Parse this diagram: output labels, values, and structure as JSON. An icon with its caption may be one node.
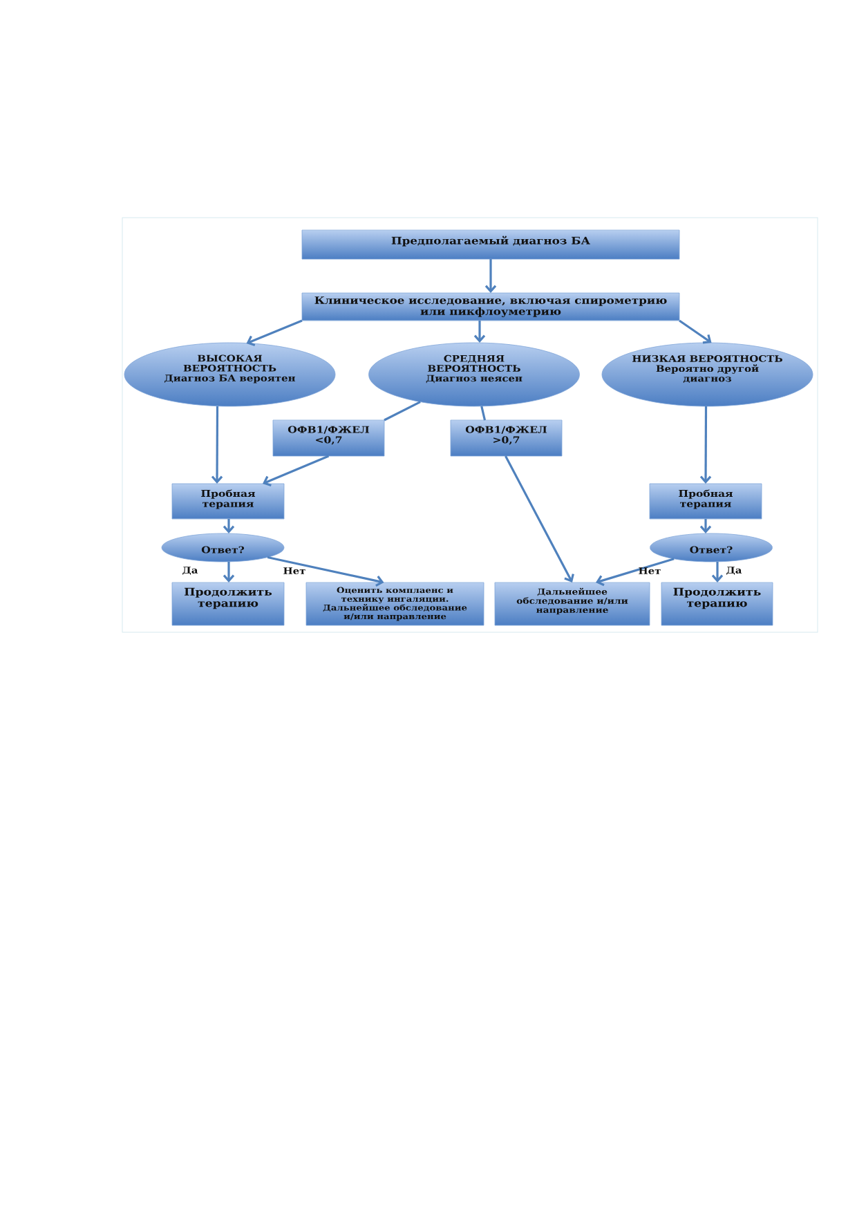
{
  "diagram": {
    "nodes": [
      {
        "text": [
          "Предполагаемый диагноз БА"
        ]
      },
      {
        "text": [
          "Клиническое исследование, включая спирометрию или пикфлоуметрию"
        ]
      },
      {
        "text": [
          "ВЫСОКАЯ ВЕРОЯТНОСТЬ",
          "Диагноз БА вероятен"
        ]
      },
      {
        "text": [
          "СРЕДНЯЯ ВЕРОЯТНОСТЬ",
          "Диагноз неясен"
        ]
      },
      {
        "text": [
          "НИЗКАЯ ВЕРОЯТНОСТЬ",
          "Вероятно другой диагноз"
        ]
      },
      {
        "text": [
          "ОФВ1/ФЖЕЛ <0,7"
        ]
      },
      {
        "text": [
          "ОФВ1/ФЖЕЛ >0,7"
        ]
      },
      {
        "text": [
          "Пробная терапия"
        ]
      },
      {
        "text": [
          "Пробная терапия"
        ]
      },
      {
        "text": [
          "Ответ?"
        ]
      },
      {
        "text": [
          "Ответ?"
        ]
      },
      {
        "text": [
          "Продолжить терапию"
        ]
      },
      {
        "text": [
          "Оценить комплаенс и технику ингаляции. Дальнейшее обследование и/или направление"
        ]
      },
      {
        "text": [
          "Дальнейшее обследование и/или направление"
        ]
      },
      {
        "text": [
          "Продолжить терапию"
        ]
      }
    ],
    "edges": [
      {
        "from": 0,
        "to": 1,
        "arrow": "to"
      },
      {
        "from": 1,
        "to": 2,
        "arrow": "to"
      },
      {
        "from": 1,
        "to": 3,
        "arrow": "to"
      },
      {
        "from": 1,
        "to": 4,
        "arrow": "to"
      },
      {
        "from": 3,
        "to": 5,
        "arrow": "none"
      },
      {
        "from": 3,
        "to": 6,
        "arrow": "none"
      },
      {
        "from": 2,
        "to": 7,
        "arrow": "to"
      },
      {
        "from": 5,
        "to": 7,
        "arrow": "to"
      },
      {
        "from": 6,
        "to": 13,
        "arrow": "to"
      },
      {
        "from": 4,
        "to": 8,
        "arrow": "to"
      },
      {
        "from": 7,
        "to": 9,
        "arrow": "to"
      },
      {
        "from": 8,
        "to": 10,
        "arrow": "to"
      },
      {
        "from": 9,
        "to": 11,
        "arrow": "to",
        "label": "Да"
      },
      {
        "from": 9,
        "to": 12,
        "arrow": "to",
        "label": "Нет"
      },
      {
        "from": 10,
        "to": 13,
        "arrow": "to",
        "label": "Нет"
      },
      {
        "from": 10,
        "to": 14,
        "arrow": "to",
        "label": "Да"
      }
    ]
  }
}
